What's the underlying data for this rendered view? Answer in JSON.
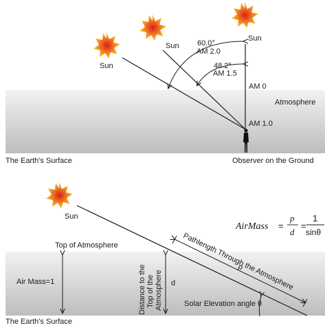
{
  "top": {
    "sun_labels": [
      "Sun",
      "Sun",
      "Sun"
    ],
    "angle_60": "60.0°",
    "am_20": "AM 2.0",
    "angle_48": "48.2°",
    "am_15": "AM 1.5",
    "am_0": "AM 0",
    "am_10": "AM 1.0",
    "atmosphere": "Atmosphere",
    "earth_surface": "The Earth's Surface",
    "observer": "Observer on the Ground"
  },
  "bottom": {
    "sun": "Sun",
    "formula": {
      "lhs": "AirMass",
      "eq1": "=",
      "num1": "p",
      "den1": "d",
      "eq2": "=",
      "num2": "1",
      "den2": "sinθ"
    },
    "top_of_atmosphere": "Top of Atmosphere",
    "air_mass_1": "Air Mass=1",
    "distance_line1": "Distance to the",
    "distance_line2": "Top of the",
    "distance_line3": "Atmosphere",
    "d": "d",
    "pathlength": "Pathlength Through the Atmosphere",
    "p": "p",
    "solar_elevation": "Solar Elevation angle θ",
    "earth_surface": "The Earth's Surface"
  },
  "colors": {
    "sun_center": "#d61f1f",
    "sun_mid": "#f08a1e",
    "sun_edge": "#f7c02a",
    "atmosphere_light": "#f0f0f0",
    "atmosphere_dark": "#b9b9b9"
  }
}
